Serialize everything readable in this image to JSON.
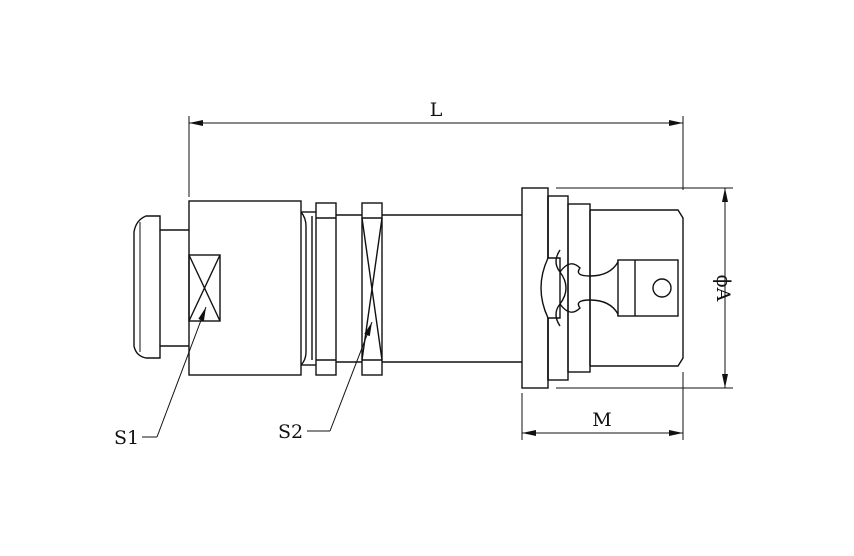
{
  "drawing": {
    "labels": {
      "length": "L",
      "diameter": "ϕA",
      "depth": "M",
      "wrench_1": "S1",
      "wrench_2": "S2"
    },
    "line_color": "#111111",
    "background": "#ffffff"
  }
}
